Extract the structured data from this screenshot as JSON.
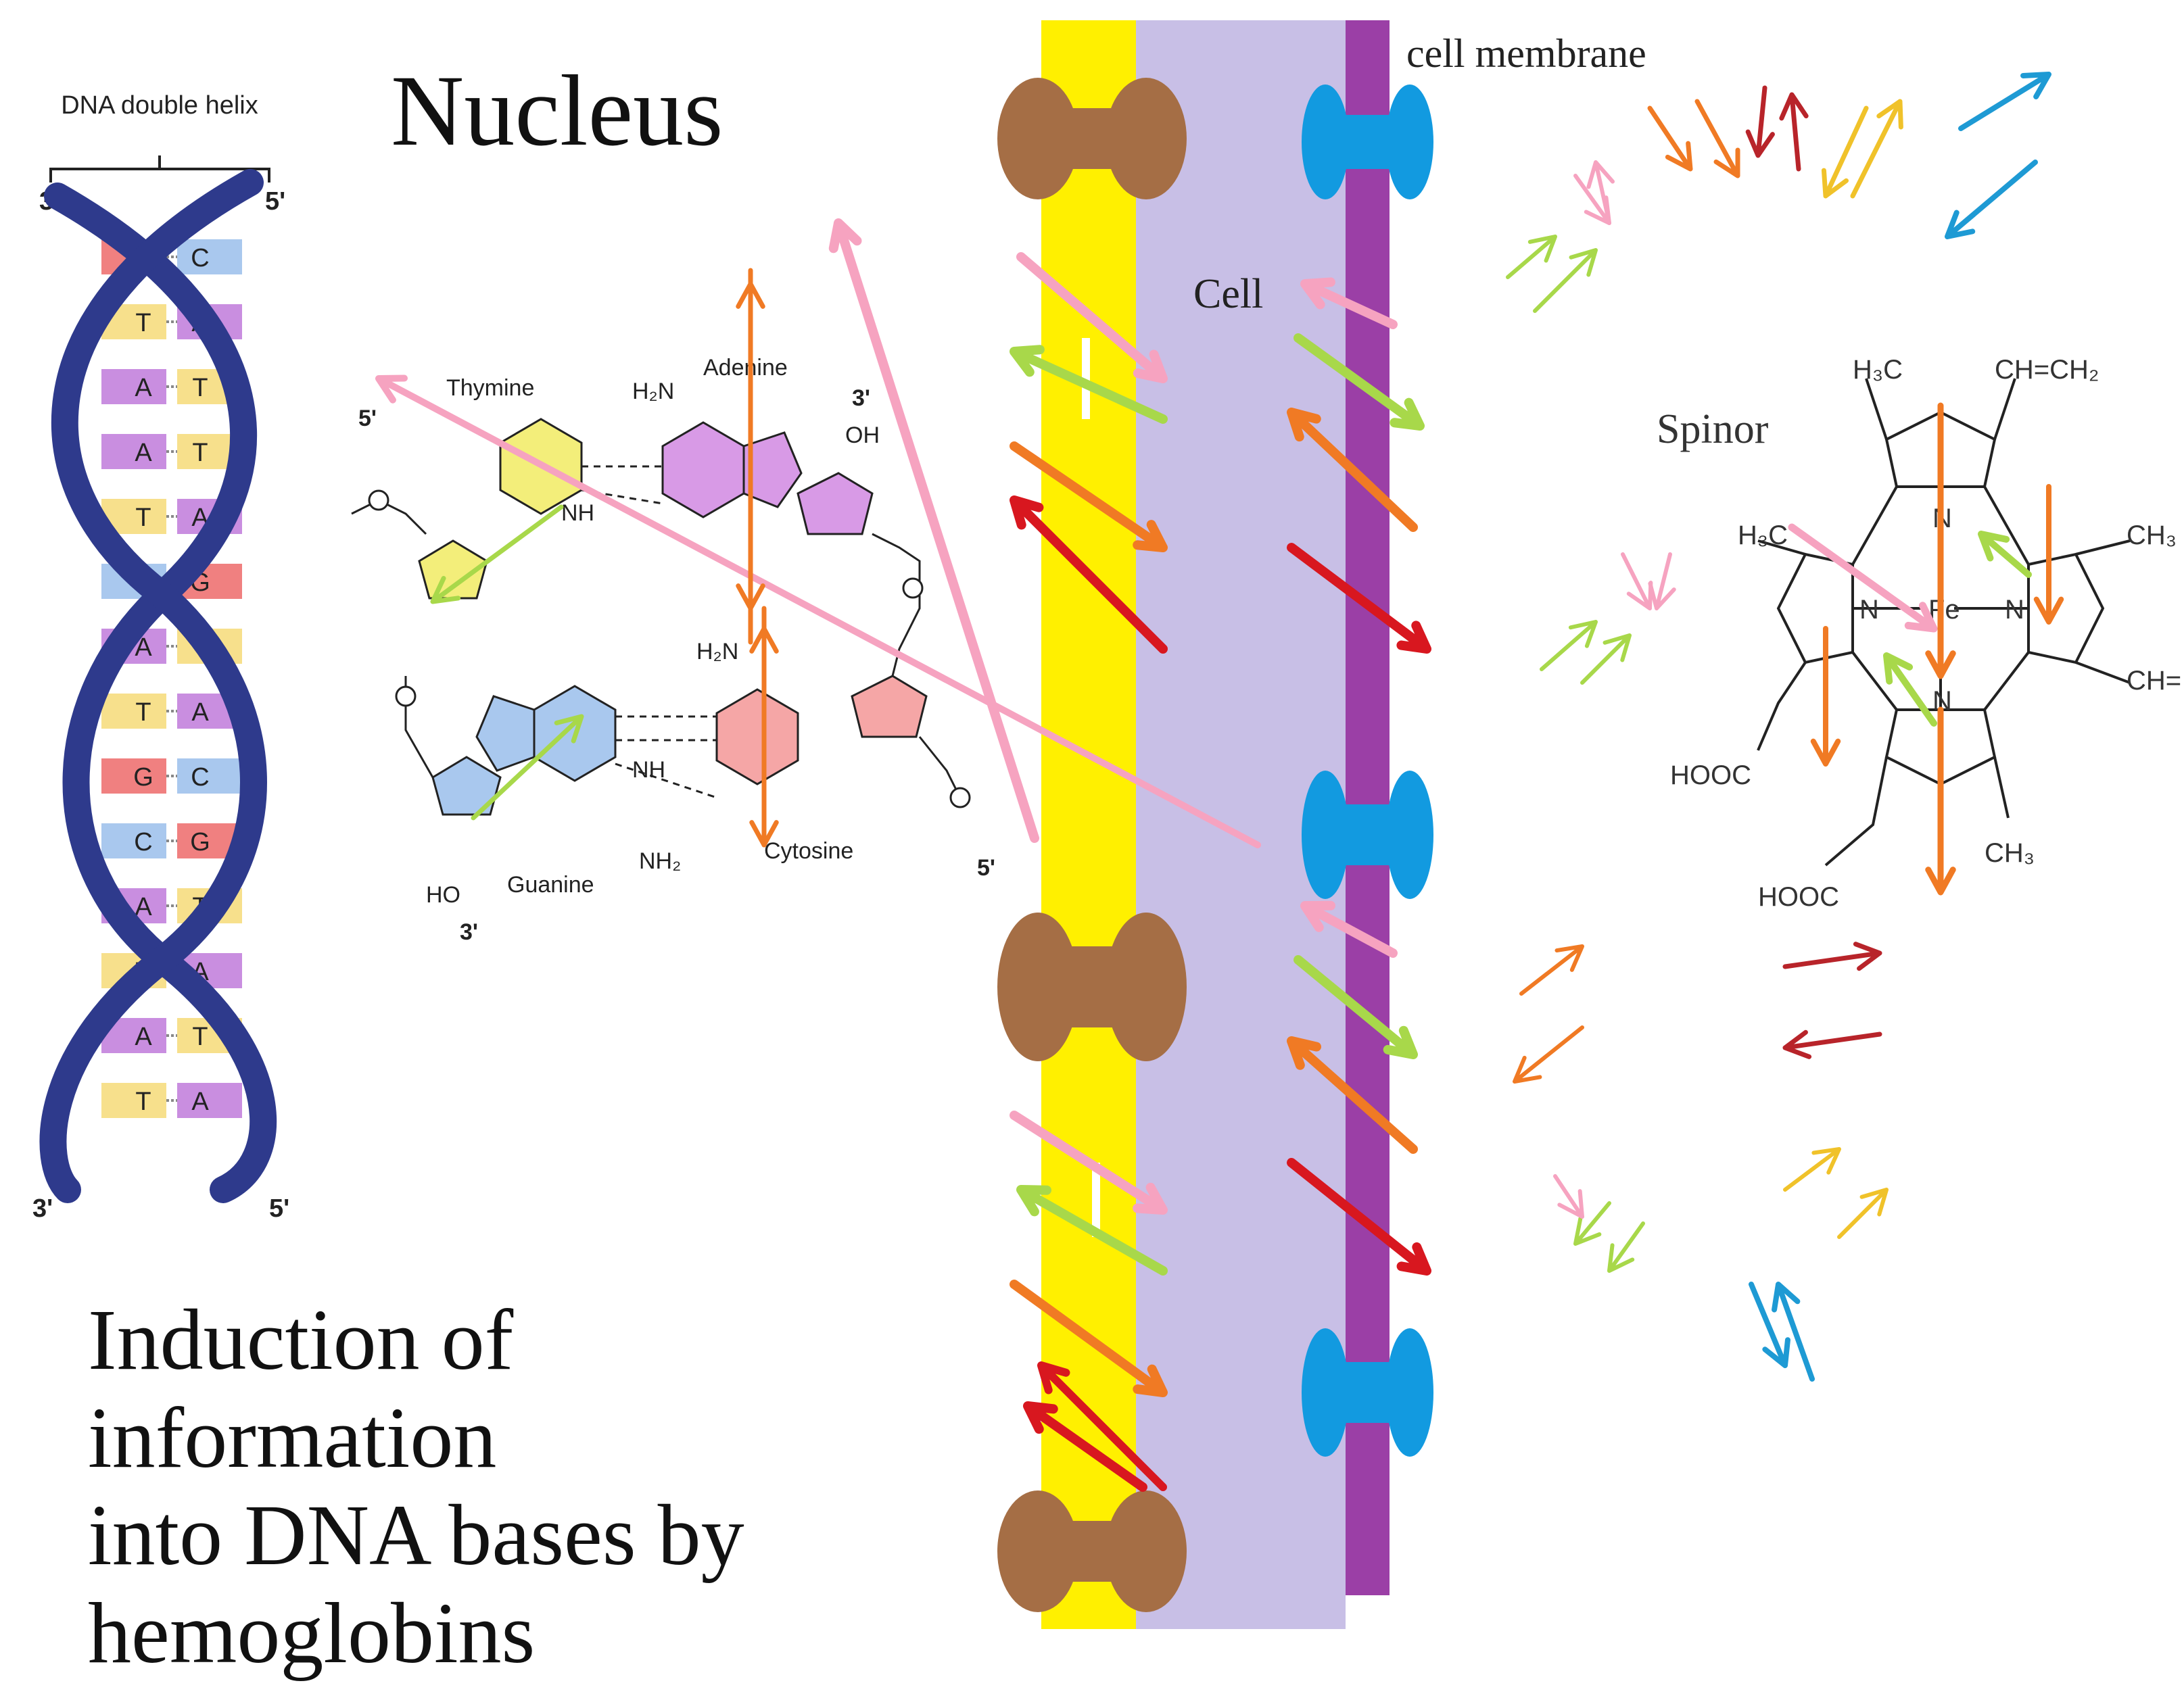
{
  "nucleus_title": "Nucleus",
  "caption": [
    "Induction of information",
    "into DNA bases by",
    "hemoglobins"
  ],
  "helix": {
    "label": "DNA double helix",
    "end_top_left": "3'",
    "end_top_right": "5'",
    "end_bottom_left": "3'",
    "end_bottom_right": "5'",
    "pairs": [
      [
        "G",
        "C"
      ],
      [
        "T",
        "A"
      ],
      [
        "A",
        "T"
      ],
      [
        "A",
        "T"
      ],
      [
        "T",
        "A"
      ],
      [
        "C",
        "G"
      ],
      [
        "A",
        "T"
      ],
      [
        "T",
        "A"
      ],
      [
        "G",
        "C"
      ],
      [
        "C",
        "G"
      ],
      [
        "A",
        "T"
      ],
      [
        "T",
        "A"
      ],
      [
        "A",
        "T"
      ],
      [
        "T",
        "A"
      ]
    ]
  },
  "bases": {
    "thymine": "Thymine",
    "adenine": "Adenine",
    "guanine": "Guanine",
    "cytosine": "Cytosine",
    "prime5_top": "5'",
    "prime3_top": "3'",
    "prime3_bottom": "3'",
    "prime5_bottom": "5'",
    "oh_top": "OH",
    "ho_bottom": "HO",
    "h2n_top": "H₂N",
    "h2n_mid": "H₂N",
    "nh2_bottom": "NH₂",
    "nh_mid": "NH",
    "nh_gua": "NH"
  },
  "cell_label": "Cell",
  "membrane_label": "cell membrane",
  "spinor_label": "Spinor",
  "heme": {
    "fe": "Fe",
    "n": "N",
    "h3c_top": "H₃C",
    "ch_eq_ch2": "CH=CH₂",
    "h3c_left": "H₃C",
    "ch3_right": "CH₃",
    "ch_eq": "CH=",
    "hooc_1": "HOOC",
    "hooc_2": "HOOC",
    "ch3_bottom": "CH₃"
  },
  "colors": {
    "helix_strand": "#2e3a8c",
    "base_G": "#f08080",
    "base_C": "#ef8a86",
    "base_T": "#f7e08c",
    "base_A": "#c98ee0",
    "base_blue": "#a9c8ee",
    "yellow_band": "#fff000",
    "cell_body": "#c8bfe6",
    "membrane": "#9b3fa6",
    "channel_brown": "#a56e45",
    "receptor_blue": "#129ae0",
    "arrow_pink": "#f6a3c0",
    "arrow_green": "#a8d84a",
    "arrow_orange": "#f07a24",
    "arrow_red": "#d8171f",
    "arrow_darkred": "#b8242a",
    "arrow_gold": "#f0c22a",
    "arrow_cyan": "#1e9ad4"
  }
}
